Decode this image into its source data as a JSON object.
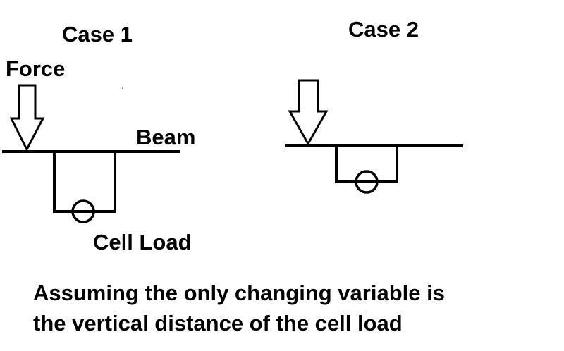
{
  "case1": {
    "title": "Case 1",
    "force_label": "Force",
    "beam_label": "Beam",
    "cell_load_label": "Cell Load"
  },
  "case2": {
    "title": "Case 2"
  },
  "caption": {
    "line1": "Assuming the only changing variable is",
    "line2": "the vertical distance of the cell load"
  },
  "colors": {
    "stroke": "#000000",
    "background": "#ffffff"
  }
}
